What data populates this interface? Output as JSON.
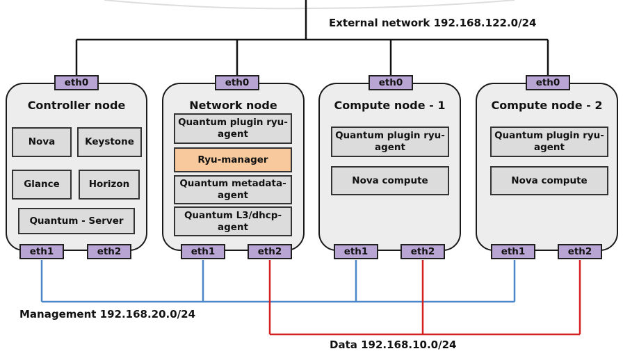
{
  "networks": {
    "external": "External network 192.168.122.0/24",
    "management": "Management 192.168.20.0/24",
    "data": "Data 192.168.10.0/24"
  },
  "colors": {
    "external_line": "#111111",
    "management_line": "#4a86c8",
    "data_line": "#d42020",
    "node_fill": "#ededed",
    "component_fill": "#dcdcdc",
    "highlight_fill": "#f8c99c",
    "port_fill": "#b8a5d3"
  },
  "nodes": {
    "controller": {
      "title": "Controller node",
      "eth0": "eth0",
      "eth1": "eth1",
      "eth2": "eth2",
      "components": [
        "Nova",
        "Keystone",
        "Glance",
        "Horizon",
        "Quantum - Server"
      ]
    },
    "network": {
      "title": "Network node",
      "eth0": "eth0",
      "eth1": "eth1",
      "eth2": "eth2",
      "components": [
        "Quantum plugin ryu-agent",
        "Ryu-manager",
        "Quantum metadata-agent",
        "Quantum L3/dhcp-agent"
      ]
    },
    "compute1": {
      "title": "Compute node - 1",
      "eth0": "eth0",
      "eth1": "eth1",
      "eth2": "eth2",
      "components": [
        "Quantum plugin ryu-agent",
        "Nova compute"
      ]
    },
    "compute2": {
      "title": "Compute node - 2",
      "eth0": "eth0",
      "eth1": "eth1",
      "eth2": "eth2",
      "components": [
        "Quantum plugin ryu-agent",
        "Nova compute"
      ]
    }
  }
}
